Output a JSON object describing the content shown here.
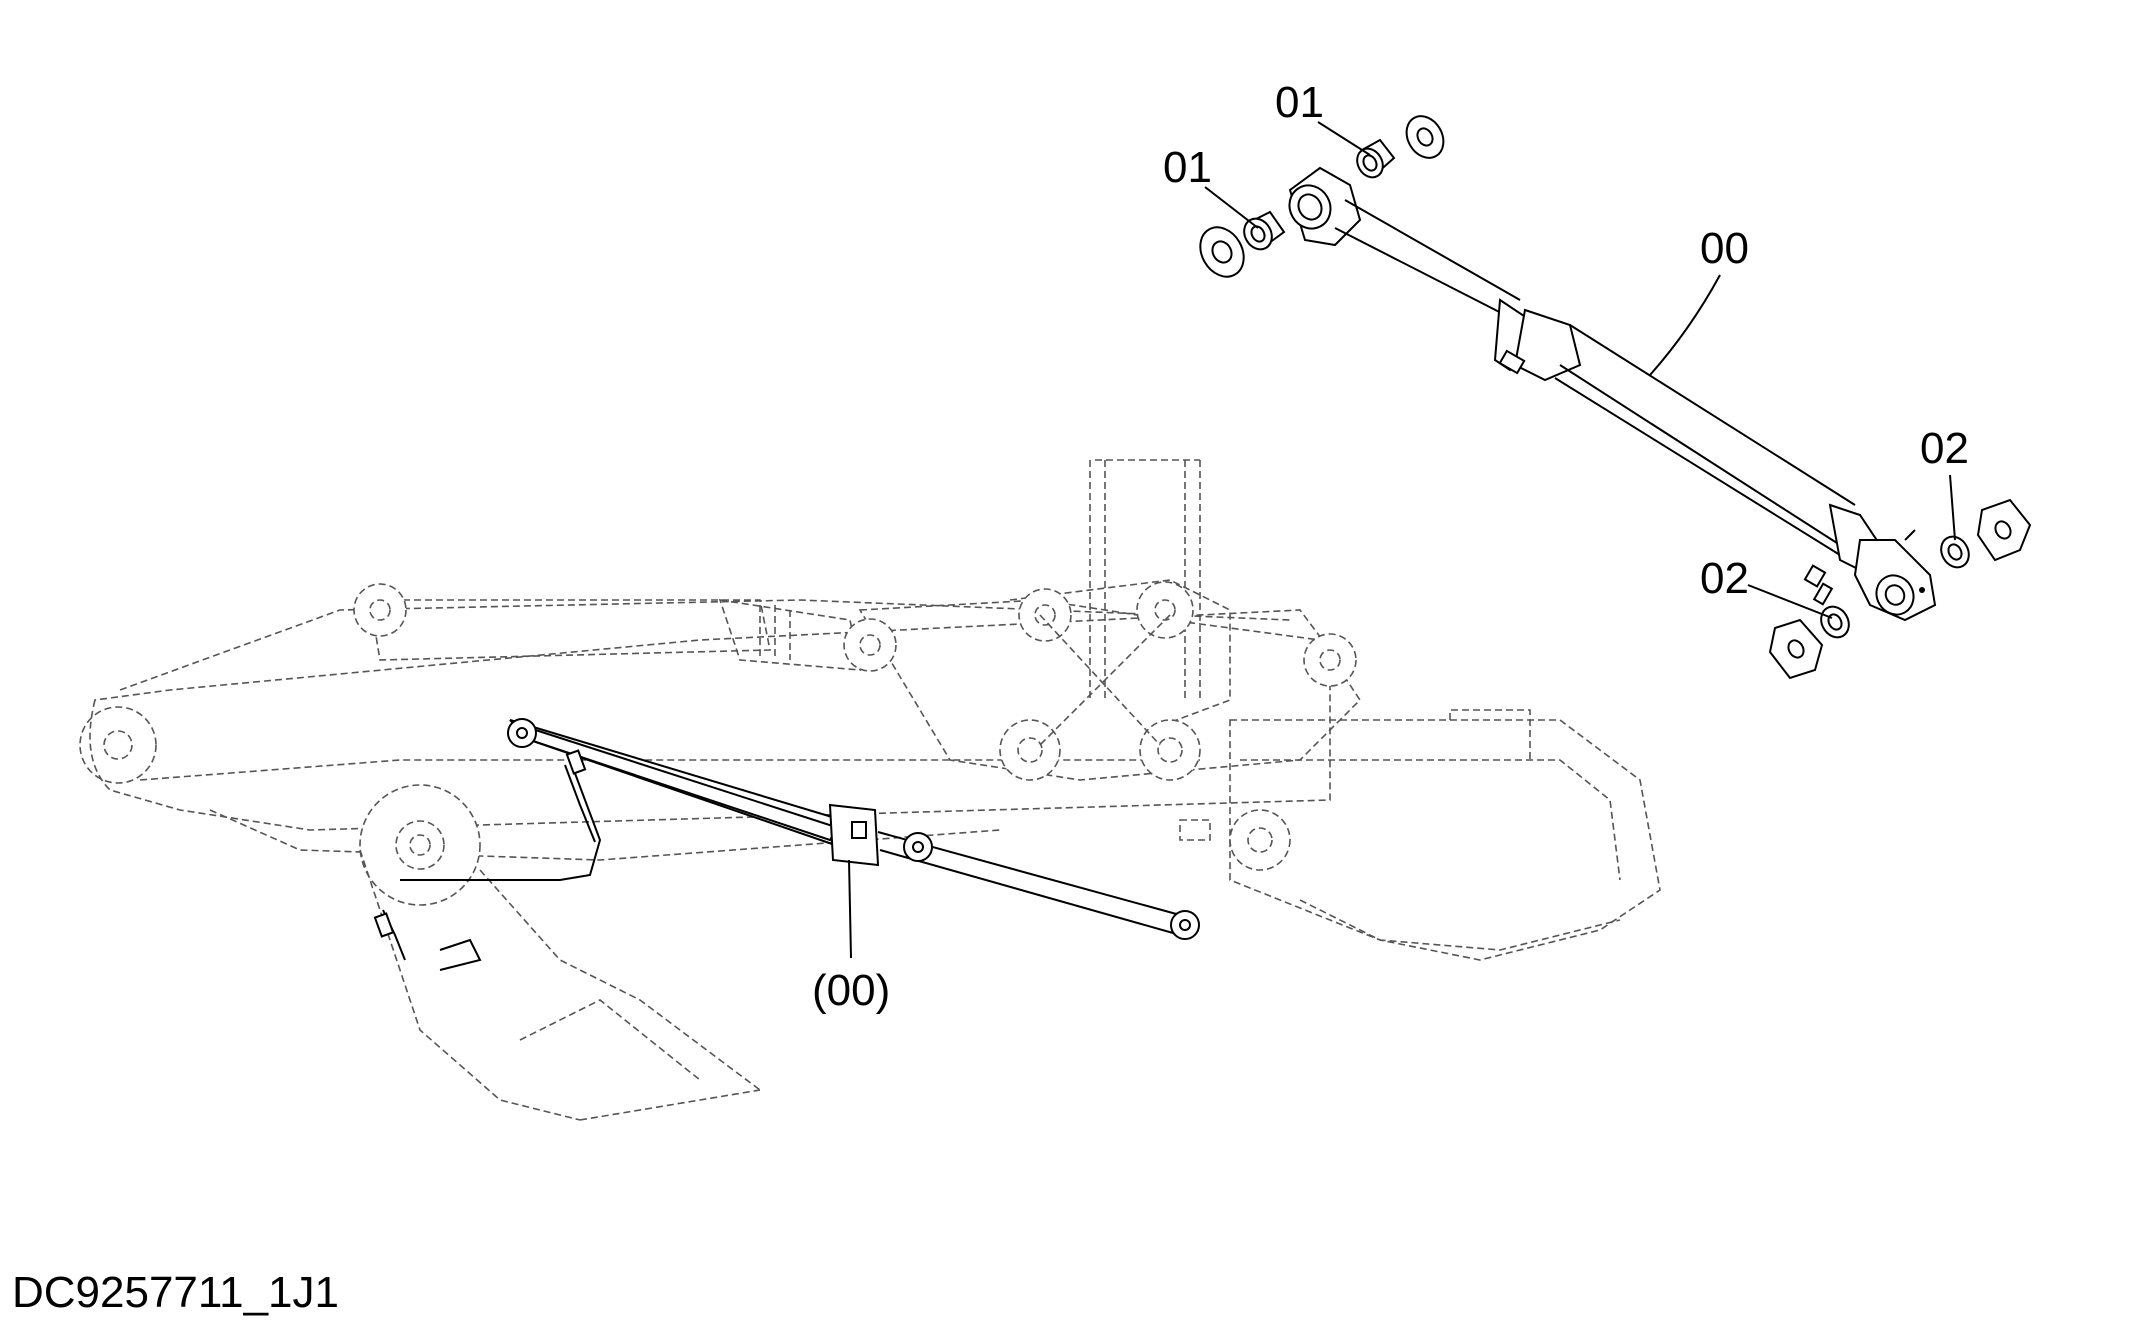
{
  "diagram": {
    "callouts": {
      "bushing_upper_a": "01",
      "bushing_upper_b": "01",
      "cylinder": "00",
      "bushing_lower_a": "02",
      "bushing_lower_b": "02",
      "cylinder_installed": "(00)"
    },
    "drawing_id": "DC9257711_1J1"
  }
}
